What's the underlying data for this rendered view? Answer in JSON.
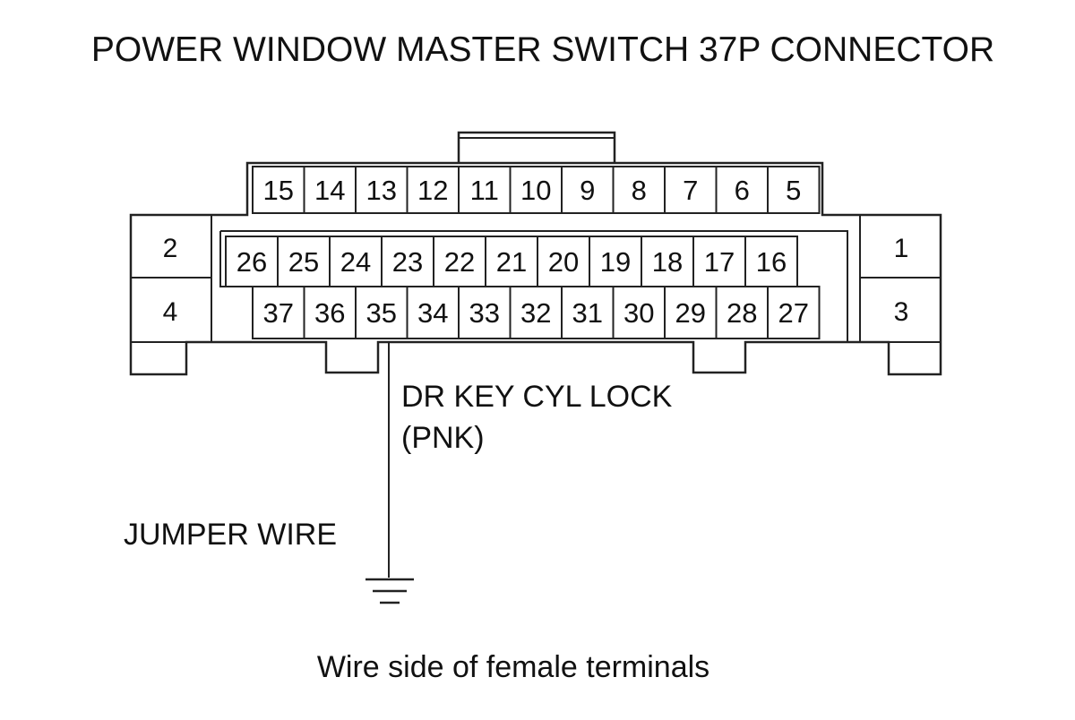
{
  "title": "POWER WINDOW MASTER SWITCH 37P CONNECTOR",
  "connector": {
    "top_row": [
      "15",
      "14",
      "13",
      "12",
      "11",
      "10",
      "9",
      "8",
      "7",
      "6",
      "5"
    ],
    "middle_row": [
      "26",
      "25",
      "24",
      "23",
      "22",
      "21",
      "20",
      "19",
      "18",
      "17",
      "16"
    ],
    "bottom_row": [
      "37",
      "36",
      "35",
      "34",
      "33",
      "32",
      "31",
      "30",
      "29",
      "28",
      "27"
    ],
    "left_pins": [
      "2",
      "4"
    ],
    "right_pins": [
      "1",
      "3"
    ]
  },
  "labels": {
    "terminal_line1": "DR KEY CYL LOCK",
    "terminal_line2": "(PNK)",
    "jumper": "JUMPER WIRE",
    "caption": "Wire side of female terminals"
  },
  "highlight_pin": "35"
}
